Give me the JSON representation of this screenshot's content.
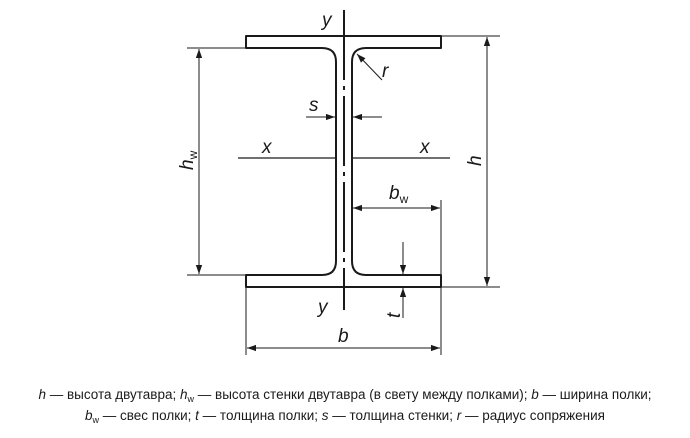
{
  "labels": {
    "y_top": "y",
    "y_bottom": "y",
    "x_left": "x",
    "x_right": "x",
    "r": "r",
    "s": "s",
    "t": "t",
    "h": "h",
    "h_w_main": "h",
    "h_w_sub": "w",
    "b": "b",
    "b_w_main": "b",
    "b_w_sub": "w"
  },
  "caption": {
    "line1": [
      {
        "sym": "h",
        "text": " — высота двутавра; "
      },
      {
        "sym": "h",
        "sub": "w",
        "text": " — высота стенки двутавра (в свету между полками); "
      },
      {
        "sym": "b",
        "text": " — ширина полки;"
      }
    ],
    "line2": [
      {
        "sym": "b",
        "sub": "w",
        "text": " — свес полки; "
      },
      {
        "sym": "t",
        "text": " — толщина полки; "
      },
      {
        "sym": "s",
        "text": " — толщина стенки; "
      },
      {
        "sym": "r",
        "text": " — радиус сопряжения"
      }
    ]
  }
}
